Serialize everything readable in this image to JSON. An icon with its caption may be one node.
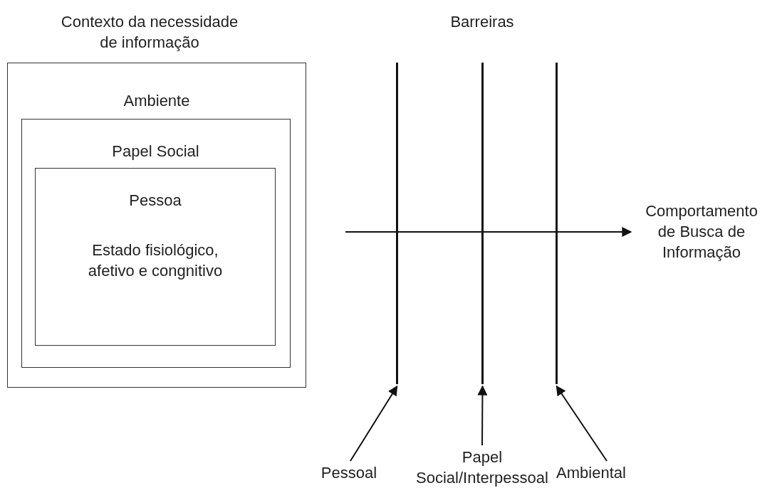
{
  "diagram": {
    "nodes": [
      {
        "text": [
          "Ambiente"
        ]
      },
      {
        "text": [
          "Papel Social"
        ],
        "in": 0
      },
      {
        "text": [
          "Pessoa",
          "Estado fisiológico, afetivo e congnitivo"
        ],
        "in": 1
      },
      {
        "text": [],
        "shape": "bar"
      },
      {
        "text": [],
        "shape": "bar"
      },
      {
        "text": [],
        "shape": "bar"
      },
      {
        "text": [
          "Comportamento de Busca de Informação"
        ]
      },
      {
        "text": [
          "Pessoal"
        ]
      },
      {
        "text": [
          "Papel Social/Interpessoal"
        ]
      },
      {
        "text": [
          "Ambiental"
        ]
      }
    ],
    "edges": [
      {
        "from": null,
        "to": 6,
        "arrow": "to"
      },
      {
        "from": 7,
        "to": 3,
        "arrow": "to"
      },
      {
        "from": 8,
        "to": 4,
        "arrow": "to"
      },
      {
        "from": 9,
        "to": 5,
        "arrow": "to"
      }
    ],
    "labels": [
      "Contexto da necessidade de informação",
      "Barreiras"
    ]
  }
}
